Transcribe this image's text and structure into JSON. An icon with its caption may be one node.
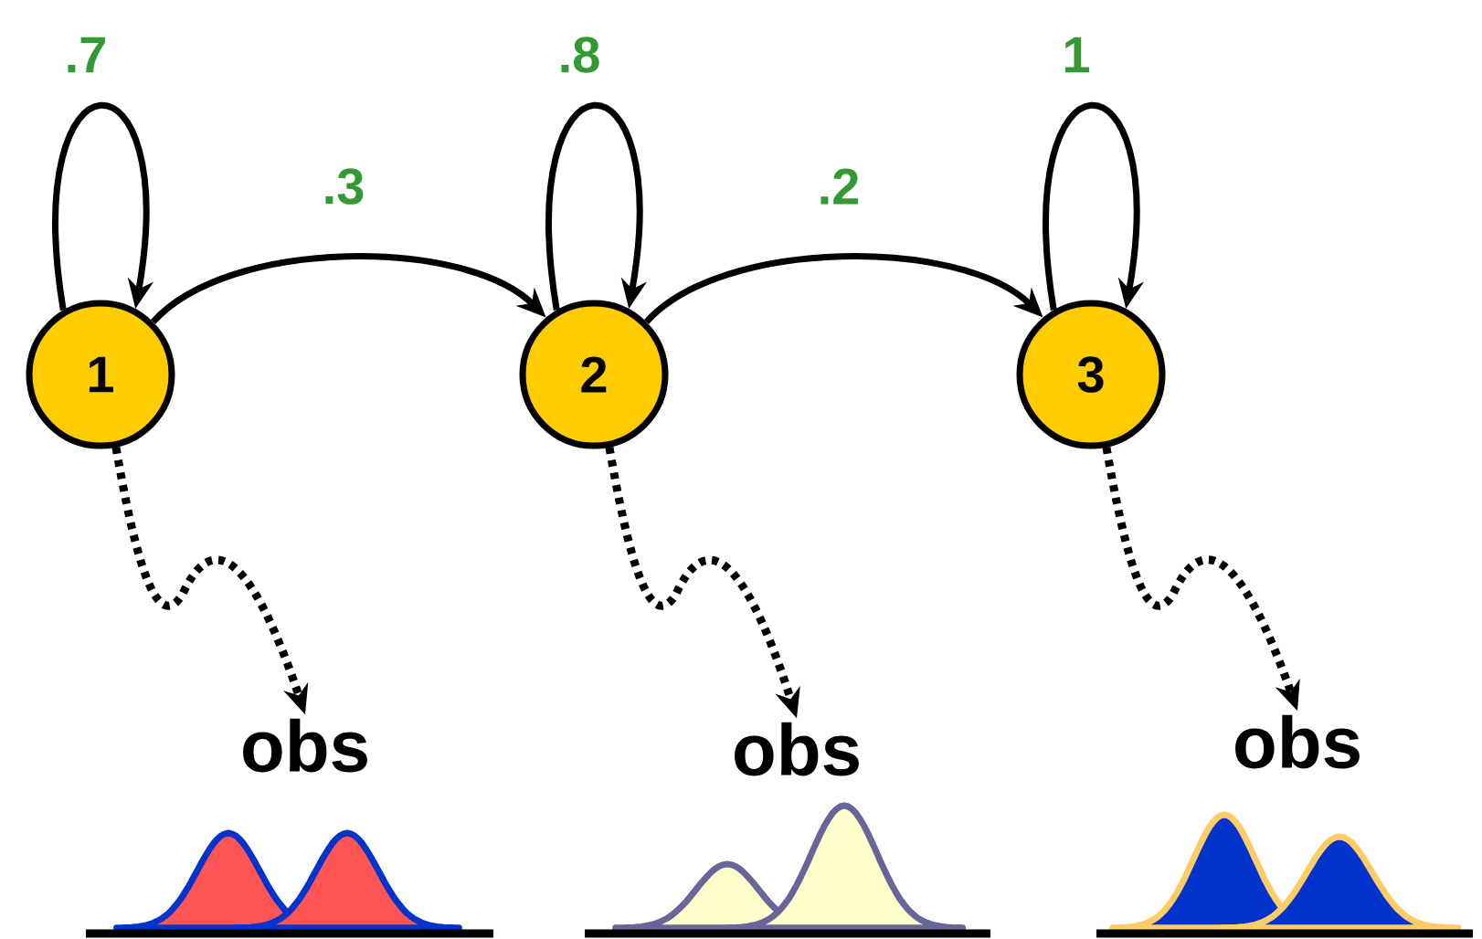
{
  "diagram": {
    "nodes": [
      {
        "text": [
          "1"
        ]
      },
      {
        "text": [
          "2"
        ]
      },
      {
        "text": [
          "3"
        ]
      },
      {
        "text": [
          "obs"
        ]
      },
      {
        "text": [
          "obs"
        ]
      },
      {
        "text": [
          "obs"
        ]
      }
    ],
    "edges": [
      {
        "from": 0,
        "to": 0,
        "arrow": "to",
        "label": ".7"
      },
      {
        "from": 0,
        "to": 1,
        "arrow": "to",
        "label": ".3"
      },
      {
        "from": 1,
        "to": 1,
        "arrow": "to",
        "label": ".8"
      },
      {
        "from": 1,
        "to": 2,
        "arrow": "to",
        "label": ".2"
      },
      {
        "from": 2,
        "to": 2,
        "arrow": "to",
        "label": "1"
      },
      {
        "from": 0,
        "to": 3,
        "arrow": "to",
        "style": "dashed"
      },
      {
        "from": 1,
        "to": 4,
        "arrow": "to",
        "style": "dashed"
      },
      {
        "from": 2,
        "to": 5,
        "arrow": "to",
        "style": "dashed"
      }
    ]
  }
}
